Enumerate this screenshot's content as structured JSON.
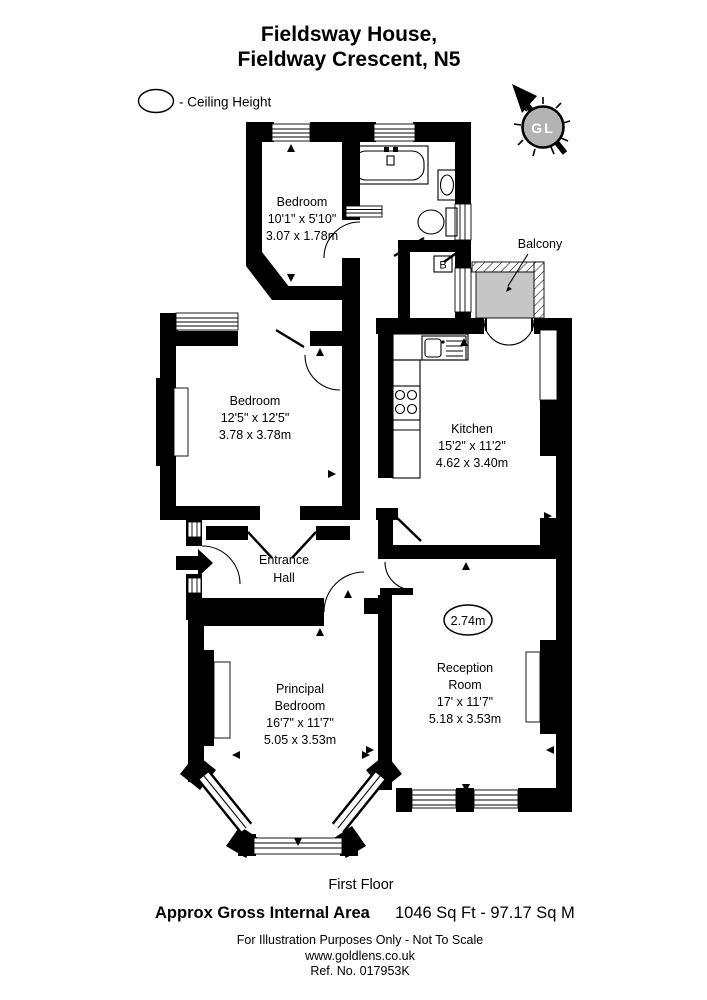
{
  "title": {
    "line1": "Fieldsway House,",
    "line2": "Fieldway Crescent, N5"
  },
  "legend": {
    "ceiling_height_label": "- Ceiling Height"
  },
  "compass": {
    "initials": "GL"
  },
  "plan": {
    "floor_label": "First Floor",
    "rooms": {
      "bedroom_top": {
        "name": "Bedroom",
        "dims_imperial": "10'1\" x 5'10\"",
        "dims_metric": "3.07 x 1.78m"
      },
      "bedroom_mid": {
        "name": "Bedroom",
        "dims_imperial": "12'5\" x 12'5\"",
        "dims_metric": "3.78 x 3.78m"
      },
      "kitchen": {
        "name": "Kitchen",
        "dims_imperial": "15'2\" x 11'2\"",
        "dims_metric": "4.62 x 3.40m"
      },
      "entrance_hall": {
        "name_line1": "Entrance",
        "name_line2": "Hall"
      },
      "principal_bedroom": {
        "name_line1": "Principal",
        "name_line2": "Bedroom",
        "dims_imperial": "16'7\" x 11'7\"",
        "dims_metric": "5.05 x 3.53m"
      },
      "reception_room": {
        "name_line1": "Reception",
        "name_line2": "Room",
        "dims_imperial": "17' x 11'7\"",
        "dims_metric": "5.18 x 3.53m"
      },
      "balcony": {
        "name": "Balcony"
      }
    },
    "annotations": {
      "ceiling_height_value": "2.74m",
      "boiler_label": "B"
    }
  },
  "summary": {
    "area_label": "Approx Gross Internal Area",
    "area_value": "1046 Sq Ft  -  97.17 Sq M"
  },
  "footer": {
    "disclaimer": "For Illustration Purposes Only - Not To Scale",
    "website": "www.goldlens.co.uk",
    "reference": "Ref. No. 017953K"
  },
  "colors": {
    "wall": "#000000",
    "balcony_fill": "#c6c6c6",
    "compass_fill": "#b3b3b3"
  }
}
